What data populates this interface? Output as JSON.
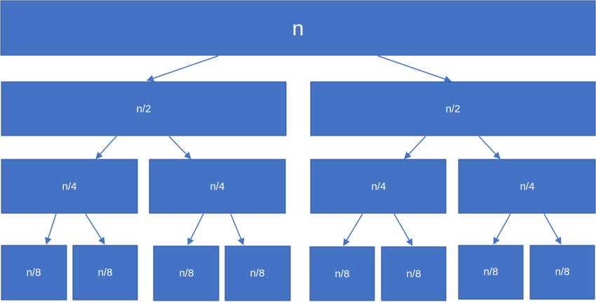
{
  "colors": {
    "node_fill": "#4472C4",
    "node_text": "#FFFFFF",
    "arrow": "#4472C4",
    "background": "#FFFFFF"
  },
  "tree": {
    "root": {
      "label": "n"
    },
    "level1": [
      {
        "label": "n/2"
      },
      {
        "label": "n/2"
      }
    ],
    "level2": [
      {
        "label": "n/4"
      },
      {
        "label": "n/4"
      },
      {
        "label": "n/4"
      },
      {
        "label": "n/4"
      }
    ],
    "level3": [
      {
        "label": "n/8"
      },
      {
        "label": "n/8"
      },
      {
        "label": "n/8"
      },
      {
        "label": "n/8"
      },
      {
        "label": "n/8"
      },
      {
        "label": "n/8"
      },
      {
        "label": "n/8"
      },
      {
        "label": "n/8"
      }
    ]
  }
}
